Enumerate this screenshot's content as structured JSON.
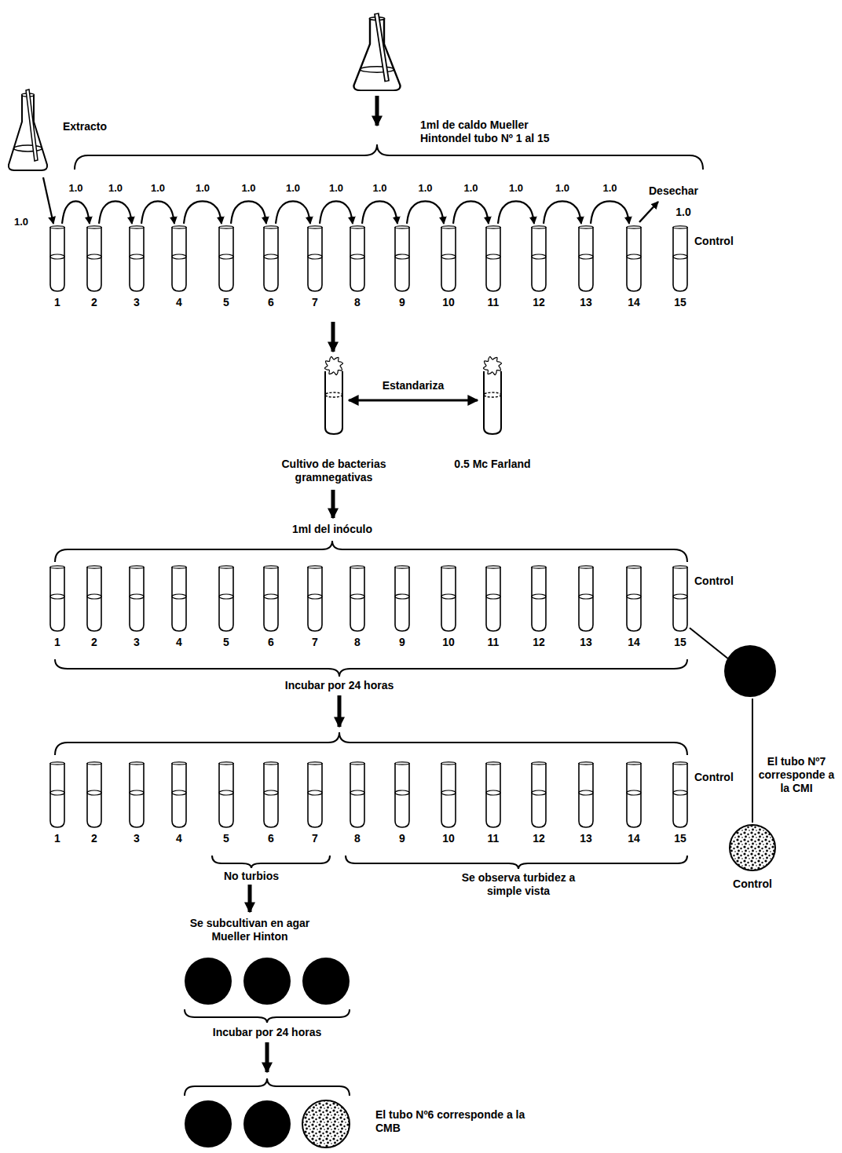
{
  "diagram": {
    "nodes": [
      {
        "text": [
          "Extracto"
        ]
      },
      {
        "text": [
          "1ml de caldo Mueller Hintondel tubo Nº 1 al 15"
        ]
      },
      {
        "text": [
          "1"
        ]
      },
      {
        "text": [
          "2"
        ]
      },
      {
        "text": [
          "3"
        ]
      },
      {
        "text": [
          "4"
        ]
      },
      {
        "text": [
          "5"
        ]
      },
      {
        "text": [
          "6"
        ]
      },
      {
        "text": [
          "7"
        ]
      },
      {
        "text": [
          "8"
        ]
      },
      {
        "text": [
          "9"
        ]
      },
      {
        "text": [
          "10"
        ]
      },
      {
        "text": [
          "11"
        ]
      },
      {
        "text": [
          "12"
        ]
      },
      {
        "text": [
          "13"
        ]
      },
      {
        "text": [
          "14"
        ]
      },
      {
        "text": [
          "15",
          "Control"
        ]
      },
      {
        "text": [
          "Cultivo de bacterias gramnegativas"
        ]
      },
      {
        "text": [
          "0.5 Mc Farland"
        ]
      },
      {
        "text": [
          "1"
        ]
      },
      {
        "text": [
          "2"
        ]
      },
      {
        "text": [
          "3"
        ]
      },
      {
        "text": [
          "4"
        ]
      },
      {
        "text": [
          "5"
        ]
      },
      {
        "text": [
          "6"
        ]
      },
      {
        "text": [
          "7"
        ]
      },
      {
        "text": [
          "8"
        ]
      },
      {
        "text": [
          "9"
        ]
      },
      {
        "text": [
          "10"
        ]
      },
      {
        "text": [
          "11"
        ]
      },
      {
        "text": [
          "12"
        ]
      },
      {
        "text": [
          "13"
        ]
      },
      {
        "text": [
          "14"
        ]
      },
      {
        "text": [
          "15",
          "Control"
        ]
      },
      {
        "text": [
          "1"
        ]
      },
      {
        "text": [
          "2"
        ]
      },
      {
        "text": [
          "3"
        ]
      },
      {
        "text": [
          "4"
        ]
      },
      {
        "text": [
          "5"
        ]
      },
      {
        "text": [
          "6"
        ]
      },
      {
        "text": [
          "7"
        ]
      },
      {
        "text": [
          "8"
        ]
      },
      {
        "text": [
          "9"
        ]
      },
      {
        "text": [
          "10"
        ]
      },
      {
        "text": [
          "11"
        ]
      },
      {
        "text": [
          "12"
        ]
      },
      {
        "text": [
          "13"
        ]
      },
      {
        "text": [
          "14"
        ]
      },
      {
        "text": [
          "15",
          "Control"
        ]
      },
      {
        "text": [
          "Control"
        ]
      }
    ],
    "edges": [
      {
        "from": 0,
        "to": 2,
        "arrow": "to",
        "label": "1.0"
      },
      {
        "from": 2,
        "to": 3,
        "arrow": "to",
        "label": "1.0"
      },
      {
        "from": 3,
        "to": 4,
        "arrow": "to",
        "label": "1.0"
      },
      {
        "from": 4,
        "to": 5,
        "arrow": "to",
        "label": "1.0"
      },
      {
        "from": 5,
        "to": 6,
        "arrow": "to",
        "label": "1.0"
      },
      {
        "from": 6,
        "to": 7,
        "arrow": "to",
        "label": "1.0"
      },
      {
        "from": 7,
        "to": 8,
        "arrow": "to",
        "label": "1.0"
      },
      {
        "from": 8,
        "to": 9,
        "arrow": "to",
        "label": "1.0"
      },
      {
        "from": 9,
        "to": 10,
        "arrow": "to",
        "label": "1.0"
      },
      {
        "from": 10,
        "to": 11,
        "arrow": "to",
        "label": "1.0"
      },
      {
        "from": 11,
        "to": 12,
        "arrow": "to",
        "label": "1.0"
      },
      {
        "from": 12,
        "to": 13,
        "arrow": "to",
        "label": "1.0"
      },
      {
        "from": 13,
        "to": 14,
        "arrow": "to",
        "label": "1.0"
      },
      {
        "from": 14,
        "to": 15,
        "arrow": "to",
        "label": "1.0"
      },
      {
        "from": 17,
        "to": 18,
        "arrow": "both",
        "label": "Estandariza"
      }
    ],
    "labels": [
      "1.0",
      "Desechar",
      "1ml del inóculo",
      "Incubar por 24 horas",
      "El tubo Nº7 corresponde a la CMI",
      "No turbios",
      "Se observa turbidez a simple vista",
      "Se subcultivan en agar Mueller Hinton",
      "Incubar por 24 horas",
      "El tubo Nº6 corresponde a la CMB"
    ]
  }
}
